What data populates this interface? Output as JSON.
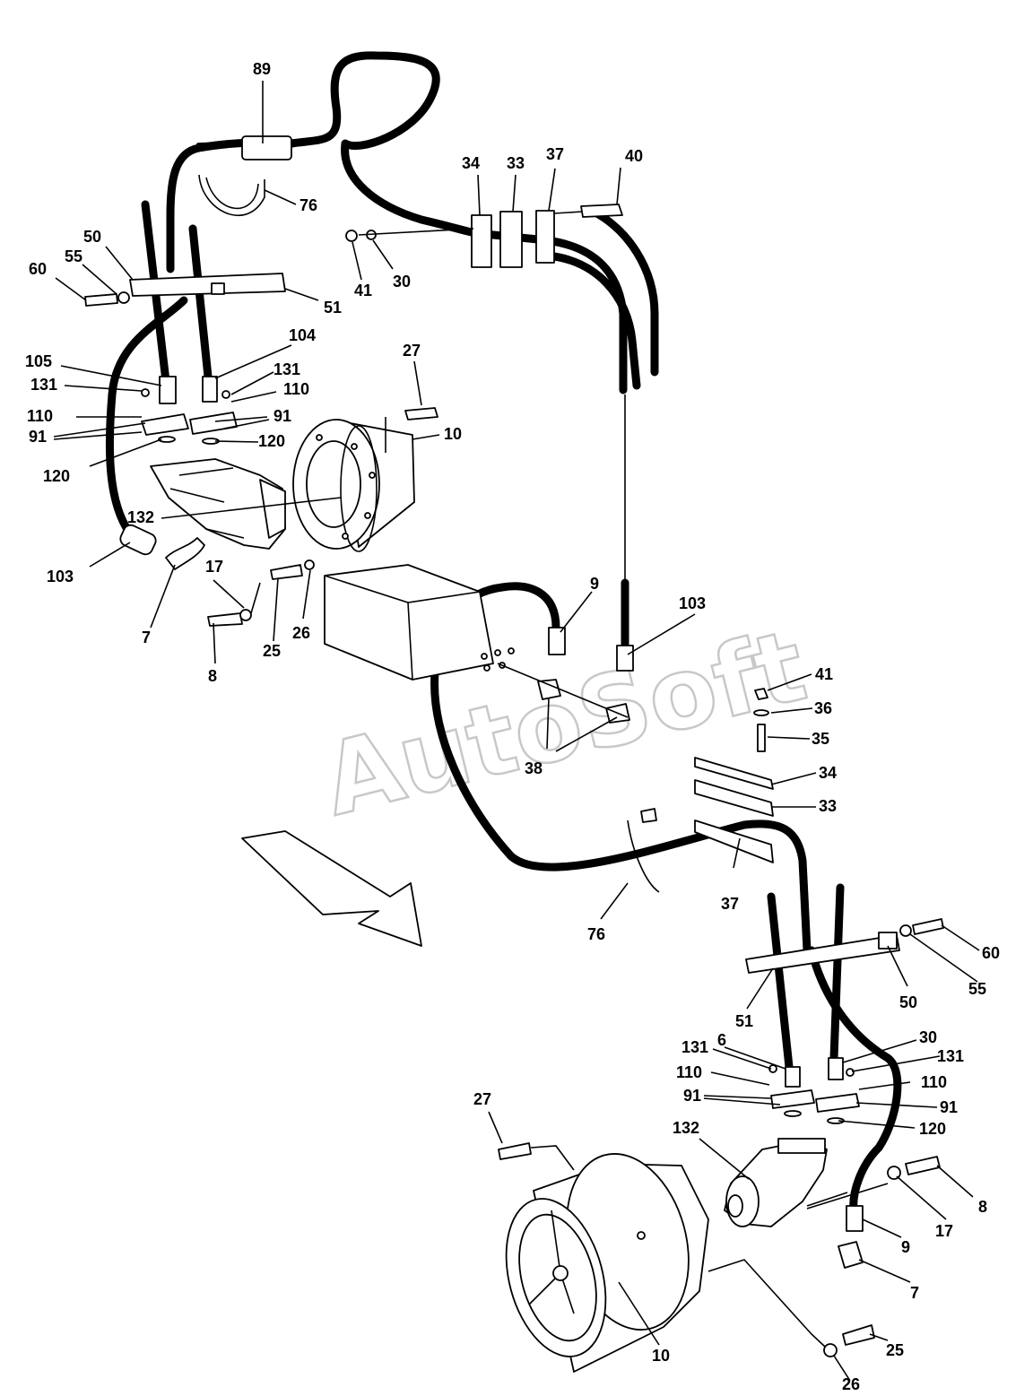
{
  "watermark": "AutoSoft",
  "labels": {
    "l89": "89",
    "l76a": "76",
    "l34a": "34",
    "l33a": "33",
    "l37a": "37",
    "l40": "40",
    "l41a": "41",
    "l30a": "30",
    "l50a": "50",
    "l55a": "55",
    "l60a": "60",
    "l51a": "51",
    "l104": "104",
    "l105": "105",
    "l131a": "131",
    "l131b": "131",
    "l110a": "110",
    "l110b": "110",
    "l91a": "91",
    "l91b": "91",
    "l120a": "120",
    "l120b": "120",
    "l27a": "27",
    "l10a": "10",
    "l132a": "132",
    "l103a": "103",
    "l17a": "17",
    "l7a": "7",
    "l8a": "8",
    "l25a": "25",
    "l26a": "26",
    "l9a": "9",
    "l103b": "103",
    "l38": "38",
    "l41b": "41",
    "l36": "36",
    "l35": "35",
    "l34b": "34",
    "l33b": "33",
    "l37b": "37",
    "l76b": "76",
    "l60b": "60",
    "l55b": "55",
    "l50b": "50",
    "l51b": "51",
    "l6": "6",
    "l30b": "30",
    "l131c": "131",
    "l131d": "131",
    "l110c": "110",
    "l110d": "110",
    "l91c": "91",
    "l91d": "91",
    "l120c": "120",
    "l27b": "27",
    "l132b": "132",
    "l8b": "8",
    "l17b": "17",
    "l9b": "9",
    "l7b": "7",
    "l10b": "10",
    "l25b": "25",
    "l26b": "26"
  }
}
